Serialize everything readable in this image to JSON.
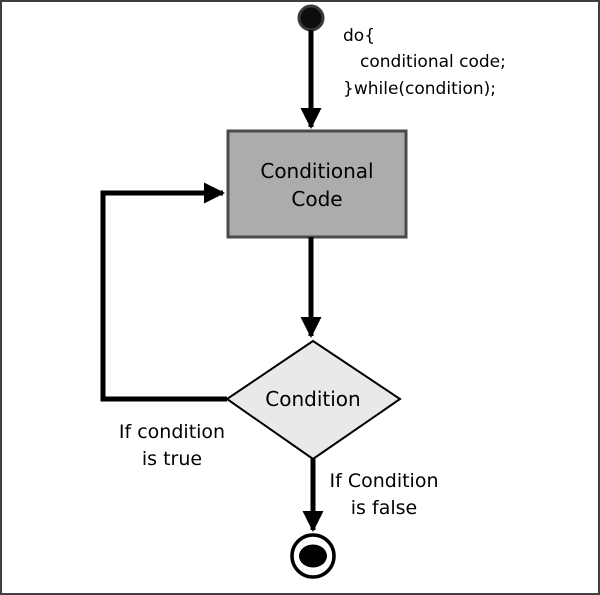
{
  "diagram": {
    "type": "flowchart-do-while-loop",
    "code_snippet": {
      "line1": "do{",
      "line2": "conditional code;",
      "line3": "}while(condition);"
    },
    "process_node": {
      "line1": "Conditional",
      "line2": "Code"
    },
    "decision_node": {
      "label": "Condition"
    },
    "true_branch": {
      "line1": "If condition",
      "line2": "is true"
    },
    "false_branch": {
      "line1": "If Condition",
      "line2": "is false"
    },
    "colors": {
      "process_fill": "#acacac",
      "process_border": "#4a4a4a",
      "decision_fill": "#e9e9e9",
      "line": "#000000",
      "background": "#ffffff"
    }
  }
}
